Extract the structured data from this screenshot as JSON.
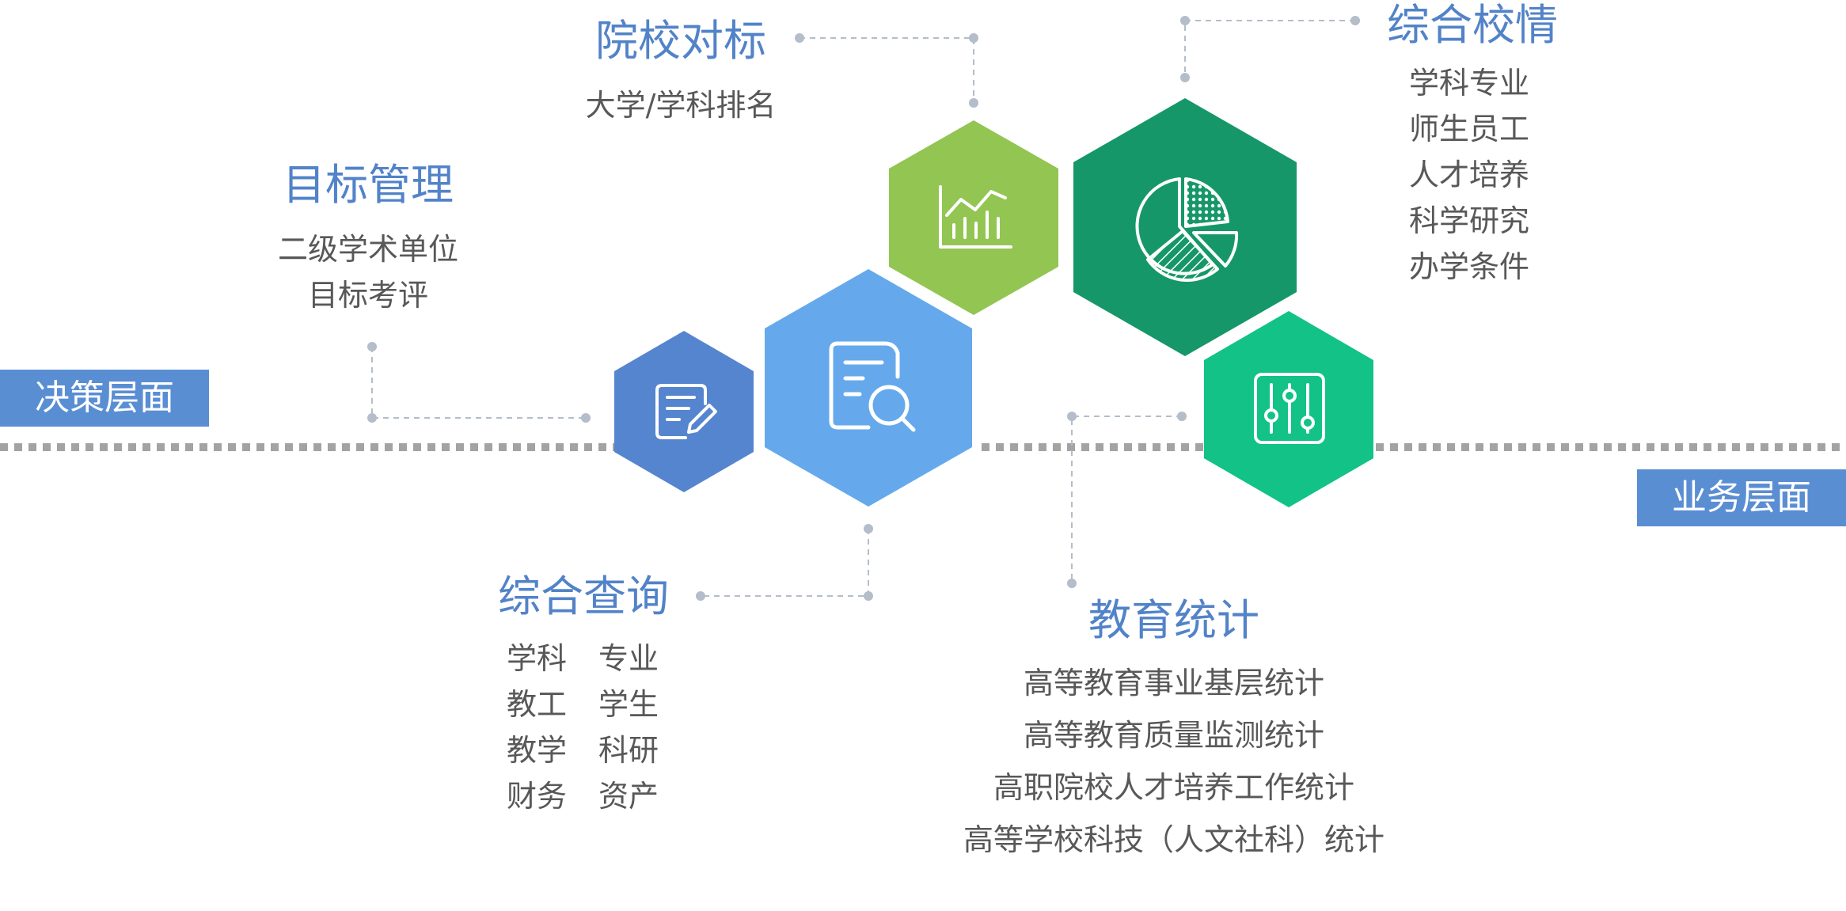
{
  "layers": {
    "decision": "决策层面",
    "business": "业务层面"
  },
  "modules": {
    "benchmark": {
      "title": "院校对标",
      "items": [
        "大学/学科排名"
      ],
      "icon": "line-chart-icon"
    },
    "target": {
      "title": "目标管理",
      "items": [
        "二级学术单位",
        "目标考评"
      ],
      "icon": "edit-document-icon"
    },
    "overview": {
      "title": "综合校情",
      "items": [
        "学科专业",
        "师生员工",
        "人才培养",
        "科学研究",
        "办学条件"
      ],
      "icon": "pie-chart-icon"
    },
    "query": {
      "title": "综合查询",
      "items": [
        "学科",
        "专业",
        "教工",
        "学生",
        "教学",
        "科研",
        "财务",
        "资产"
      ],
      "icon": "document-search-icon"
    },
    "statistics": {
      "title": "教育统计",
      "items": [
        "高等教育事业基层统计",
        "高等教育质量监测统计",
        "高职院校人才培养工作统计",
        "高等学校科技（人文社科）统计"
      ],
      "icon": "sliders-icon"
    }
  },
  "colors": {
    "title": "#5283c8",
    "text": "#585858",
    "badge": "#5a8ed3",
    "hex_target": "#5585cf",
    "hex_query": "#65a9ec",
    "hex_benchmark": "#93c553",
    "hex_overview": "#169769",
    "hex_statistics": "#12c286",
    "connector": "#b4bdc9",
    "divider": "#a3a3a3"
  }
}
